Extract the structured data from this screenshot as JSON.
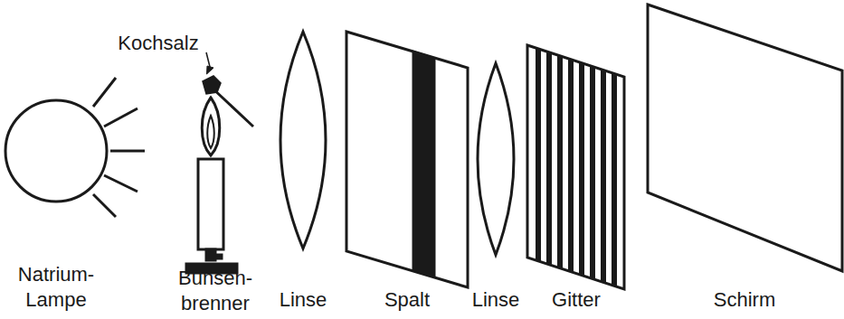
{
  "diagram": {
    "labels": [
      "Kochsalz",
      "Natrium- Lampe",
      "Bunsen- brenner",
      "Linse",
      "Spalt",
      "Linse",
      "Gitter",
      "Schirm"
    ]
  }
}
